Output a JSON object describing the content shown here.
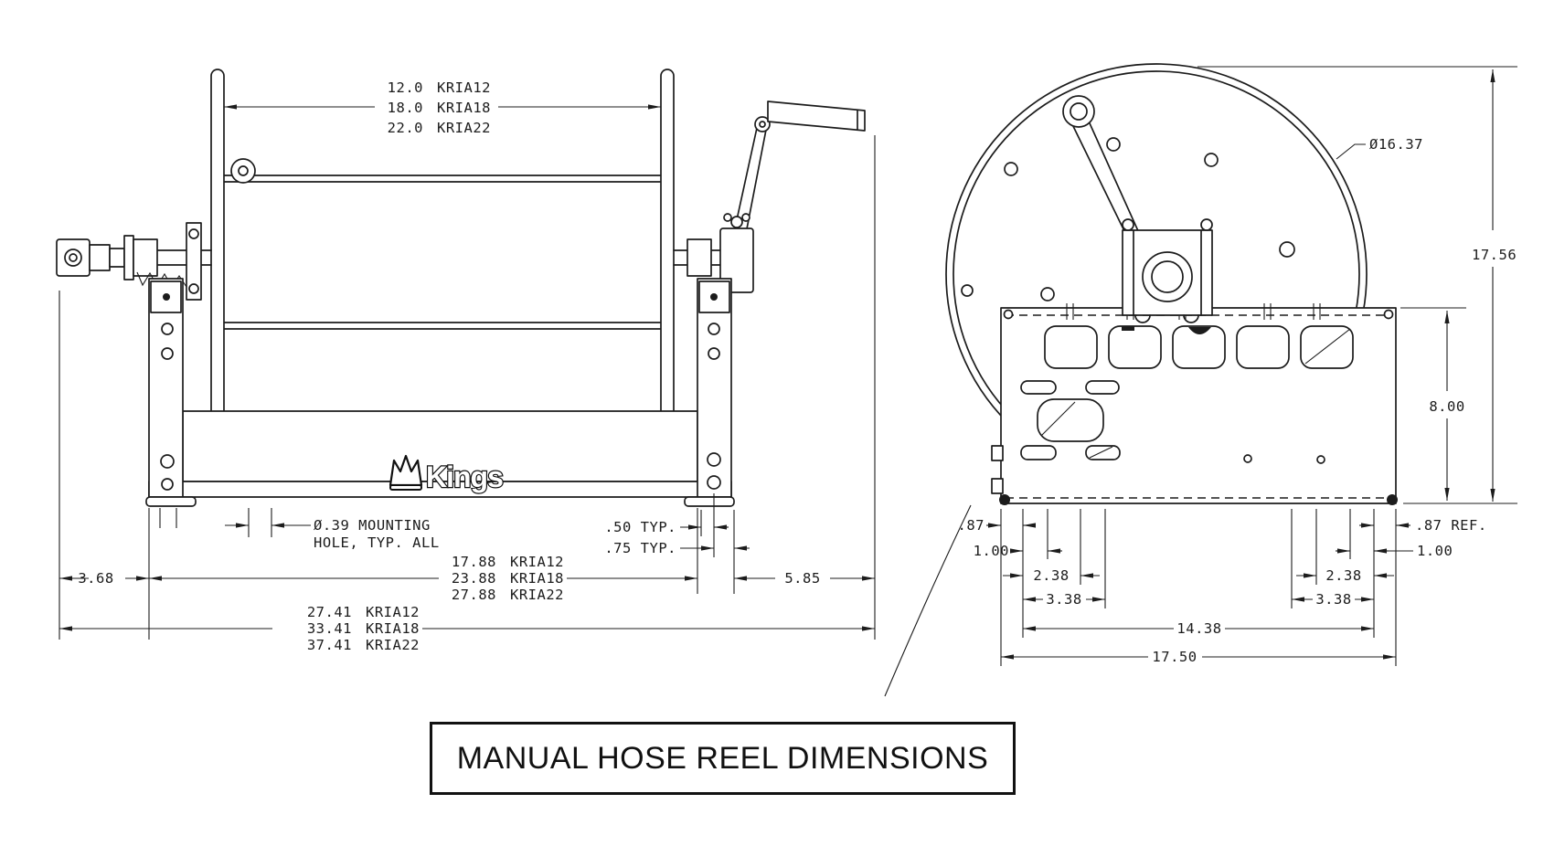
{
  "title_block": {
    "title": "MANUAL HOSE REEL DIMENSIONS"
  },
  "brand": {
    "logo_text": "Kings"
  },
  "side_view": {
    "drum_width": {
      "values": [
        "12.0",
        "18.0",
        "22.0"
      ],
      "models": [
        "KRIA12",
        "KRIA18",
        "KRIA22"
      ]
    },
    "frame_width": {
      "values": [
        "17.88",
        "23.88",
        "27.88"
      ],
      "models": [
        "KRIA12",
        "KRIA18",
        "KRIA22"
      ]
    },
    "overall_width": {
      "values": [
        "27.41",
        "33.41",
        "37.41"
      ],
      "models": [
        "KRIA12",
        "KRIA18",
        "KRIA22"
      ]
    },
    "mounting_hole_note": {
      "line1": "Ø.39 MOUNTING",
      "line2": "HOLE, TYP. ALL"
    },
    "typ_50": ".50 TYP.",
    "typ_75": ".75 TYP.",
    "inlet_offset": "3.68",
    "handle_clearance": "5.85"
  },
  "front_view": {
    "reel_diameter": "Ø16.37",
    "overall_height": "17.56",
    "frame_height": "8.00",
    "left_holes": {
      "edge_offset": ".87",
      "pitch_1": "1.00",
      "pitch_2": "2.38",
      "pitch_3": "3.38"
    },
    "right_holes": {
      "edge_offset": ".87 REF.",
      "pitch_1": "1.00",
      "pitch_2": "2.38",
      "pitch_3": "3.38"
    },
    "hole_span": "14.38",
    "frame_width": "17.50"
  }
}
